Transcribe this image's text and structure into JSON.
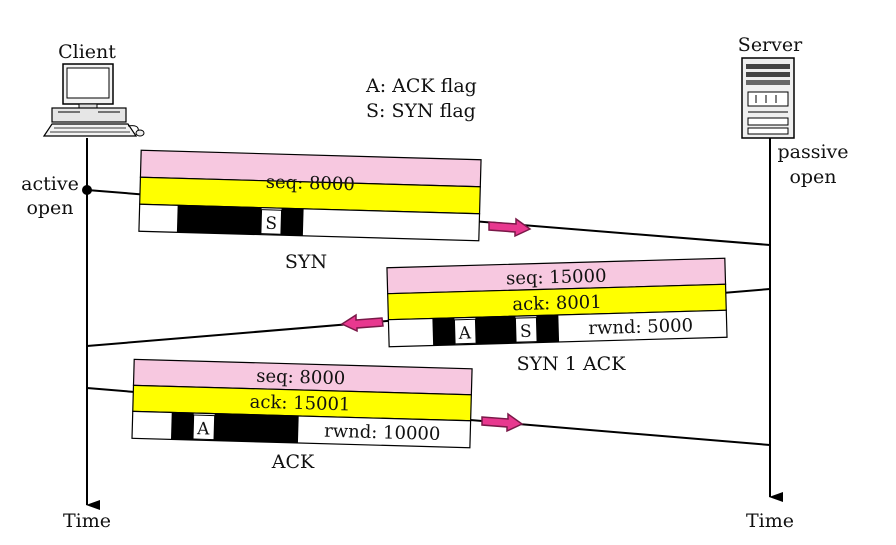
{
  "legend": {
    "ack": "A: ACK flag",
    "syn": "S: SYN flag"
  },
  "client": {
    "title": "Client",
    "action_line1": "active",
    "action_line2": "open",
    "time_label": "Time"
  },
  "server": {
    "title": "Server",
    "action_line1": "passive",
    "action_line2": "open",
    "time_label": "Time"
  },
  "segments": [
    {
      "name": "SYN",
      "seq": "seq: 8000",
      "ack": "",
      "rwnd": "",
      "flags": [
        "S"
      ]
    },
    {
      "name": "SYN 1 ACK",
      "seq": "seq: 15000",
      "ack": "ack: 8001",
      "rwnd": "rwnd: 5000",
      "flags": [
        "A",
        "S"
      ]
    },
    {
      "name": "ACK",
      "seq": "seq: 8000",
      "ack": "ack: 15001",
      "rwnd": "rwnd: 10000",
      "flags": [
        "A"
      ]
    }
  ],
  "colors": {
    "seq_field": "#f7c8e0",
    "ack_field": "#ffff00",
    "arrow": "#e8388f",
    "flag_block": "#000000",
    "line": "#000000"
  }
}
